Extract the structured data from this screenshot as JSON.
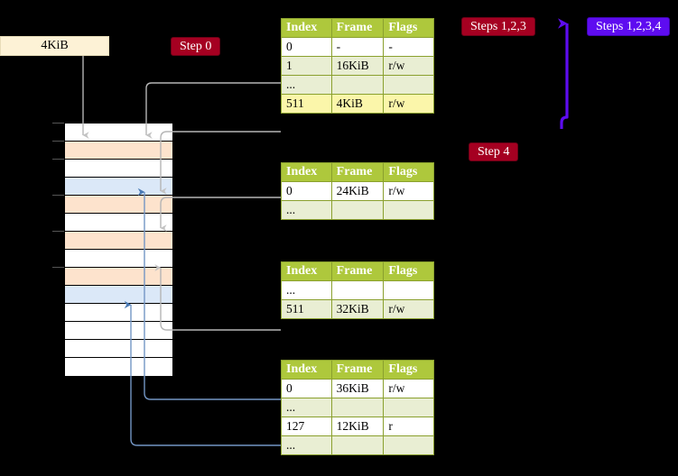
{
  "background": "#000000",
  "colors": {
    "badge_red": "#a50021",
    "badge_purple": "#5e0cf0",
    "table_header": "#aec83c",
    "table_alt_row": "#e9eed3",
    "table_highlight": "#fbf6aa",
    "mem_peach": "#fde3cd",
    "mem_blue": "#dbe8f8",
    "size_box": "#fdf2d6",
    "gray_wire": "#b5b5b5",
    "blue_wire": "#7396c4"
  },
  "size_box": {
    "label": "4KiB"
  },
  "badges": {
    "step0": "Step 0",
    "steps123": "Steps 1,2,3",
    "steps1234": "Steps 1,2,3,4",
    "step4": "Step 4"
  },
  "memory_column": {
    "rows": [
      {
        "fill": "mem-white",
        "tick": true
      },
      {
        "fill": "mem-peach",
        "tick": true
      },
      {
        "fill": "mem-white",
        "tick": true
      },
      {
        "fill": "mem-blue",
        "tick": false
      },
      {
        "fill": "mem-peach",
        "tick": true
      },
      {
        "fill": "mem-white",
        "tick": false
      },
      {
        "fill": "mem-peach",
        "tick": true
      },
      {
        "fill": "mem-white",
        "tick": false
      },
      {
        "fill": "mem-peach",
        "tick": true
      },
      {
        "fill": "mem-blue",
        "tick": false
      },
      {
        "fill": "mem-white",
        "tick": false
      },
      {
        "fill": "mem-white",
        "tick": false
      },
      {
        "fill": "mem-white",
        "tick": false
      },
      {
        "fill": "mem-white",
        "tick": false
      }
    ]
  },
  "tables": [
    {
      "id": "table-0",
      "headers": [
        "Index",
        "Frame",
        "Flags"
      ],
      "rows": [
        {
          "style": "plain",
          "cells": [
            "0",
            "-",
            "-"
          ]
        },
        {
          "style": "alt",
          "cells": [
            "1",
            "16KiB",
            "r/w"
          ]
        },
        {
          "style": "alt",
          "cells": [
            "...",
            "",
            ""
          ]
        },
        {
          "style": "hl",
          "cells": [
            "511",
            "4KiB",
            "r/w"
          ]
        }
      ]
    },
    {
      "id": "table-1",
      "headers": [
        "Index",
        "Frame",
        "Flags"
      ],
      "rows": [
        {
          "style": "plain",
          "cells": [
            "0",
            "24KiB",
            "r/w"
          ]
        },
        {
          "style": "alt",
          "cells": [
            "...",
            "",
            ""
          ]
        }
      ]
    },
    {
      "id": "table-2",
      "headers": [
        "Index",
        "Frame",
        "Flags"
      ],
      "rows": [
        {
          "style": "plain",
          "cells": [
            "...",
            "",
            ""
          ]
        },
        {
          "style": "alt",
          "cells": [
            "511",
            "32KiB",
            "r/w"
          ]
        }
      ]
    },
    {
      "id": "table-3",
      "headers": [
        "Index",
        "Frame",
        "Flags"
      ],
      "rows": [
        {
          "style": "plain",
          "cells": [
            "0",
            "36KiB",
            "r/w"
          ]
        },
        {
          "style": "alt",
          "cells": [
            "...",
            "",
            ""
          ]
        },
        {
          "style": "plain",
          "cells": [
            "127",
            "12KiB",
            "r"
          ]
        },
        {
          "style": "alt",
          "cells": [
            "...",
            "",
            ""
          ]
        }
      ]
    }
  ]
}
